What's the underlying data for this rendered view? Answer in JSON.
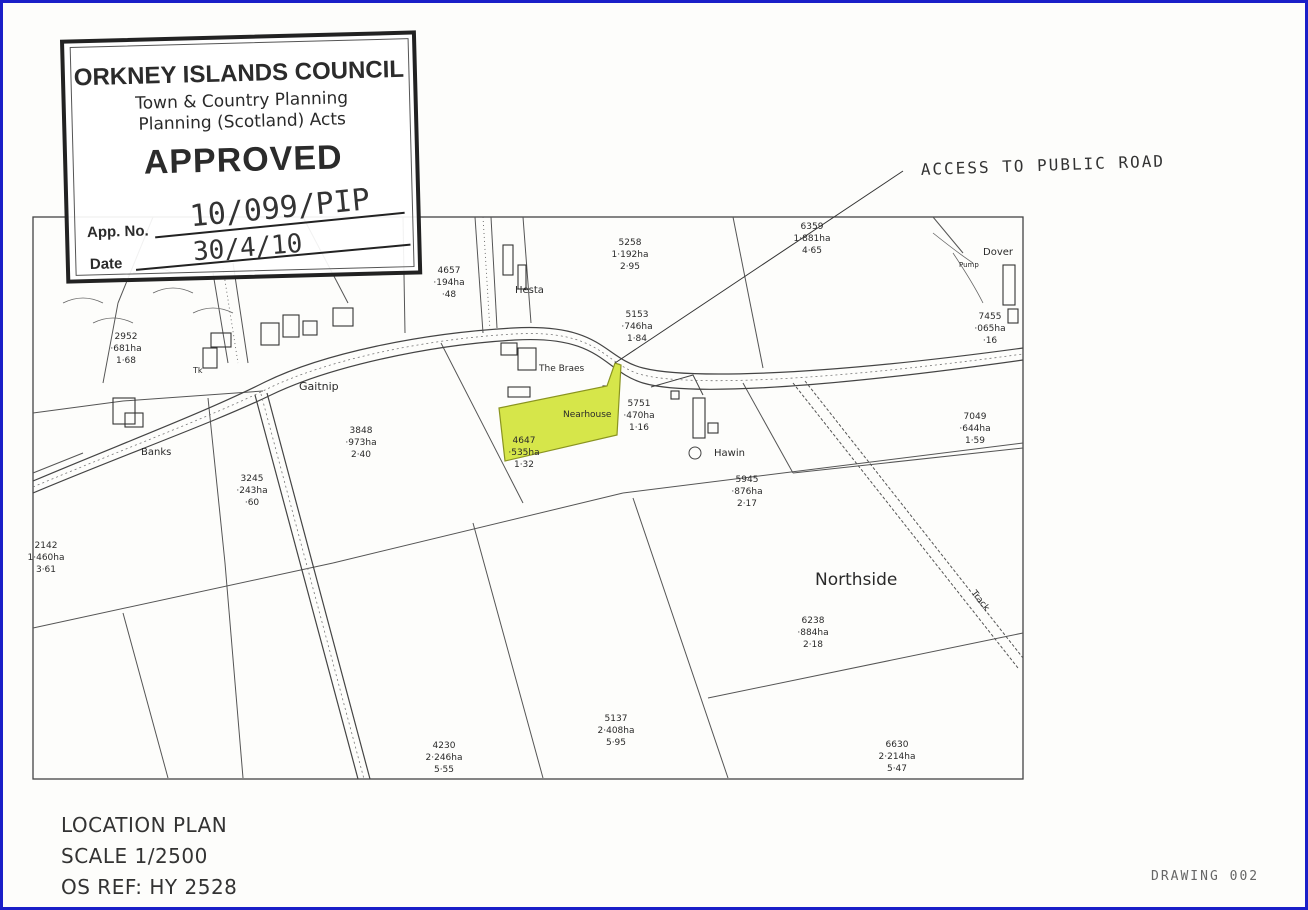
{
  "stamp": {
    "council": "ORKNEY ISLANDS COUNCIL",
    "line1": "Town & Country Planning",
    "line2": "Planning (Scotland) Acts",
    "status": "APPROVED",
    "app_label": "App. No.",
    "app_number": "10/099/PIP",
    "date_label": "Date",
    "date_value": "30/4/10"
  },
  "annotation": {
    "access": "ACCESS TO PUBLIC ROAD"
  },
  "places": {
    "hesta": "Hesta",
    "braes": "The Braes",
    "nearhouse": "Nearhouse",
    "gaitnip": "Gaitnip",
    "banks": "Banks",
    "hawin": "Hawin",
    "northside": "Northside",
    "dover": "Dover",
    "pump": "Pump",
    "track": "Track",
    "tk": "Tk"
  },
  "parcels": [
    {
      "id": "p5258",
      "lines": [
        "5258",
        "1·192ha",
        "2·95"
      ]
    },
    {
      "id": "p6359",
      "lines": [
        "6359",
        "1·881ha",
        "4·65"
      ]
    },
    {
      "id": "p4657",
      "lines": [
        "4657",
        "·194ha",
        "·48"
      ]
    },
    {
      "id": "p5153",
      "lines": [
        "5153",
        "·746ha",
        "1·84"
      ]
    },
    {
      "id": "p7455",
      "lines": [
        "7455",
        "·065ha",
        "·16"
      ]
    },
    {
      "id": "p2952",
      "lines": [
        "2952",
        "·681ha",
        "1·68"
      ]
    },
    {
      "id": "p3848",
      "lines": [
        "3848",
        "·973ha",
        "2·40"
      ]
    },
    {
      "id": "p5751",
      "lines": [
        "5751",
        "·470ha",
        "1·16"
      ]
    },
    {
      "id": "p4647",
      "lines": [
        "4647",
        "·535ha",
        "1·32"
      ]
    },
    {
      "id": "p7049",
      "lines": [
        "7049",
        "·644ha",
        "1·59"
      ]
    },
    {
      "id": "p3245",
      "lines": [
        "3245",
        "·243ha",
        "·60"
      ]
    },
    {
      "id": "p5945",
      "lines": [
        "5945",
        "·876ha",
        "2·17"
      ]
    },
    {
      "id": "p2142",
      "lines": [
        "2142",
        "1·460ha",
        "3·61"
      ]
    },
    {
      "id": "p6238",
      "lines": [
        "6238",
        "·884ha",
        "2·18"
      ]
    },
    {
      "id": "p5137",
      "lines": [
        "5137",
        "2·408ha",
        "5·95"
      ]
    },
    {
      "id": "p4230",
      "lines": [
        "4230",
        "2·246ha",
        "5·55"
      ]
    },
    {
      "id": "p6630",
      "lines": [
        "6630",
        "2·214ha",
        "5·47"
      ]
    }
  ],
  "colors": {
    "border": "#1a1fc8",
    "highlight": "#d6e64a",
    "ink": "#2a2a2a"
  },
  "caption": {
    "title": "LOCATION PLAN",
    "scale": "SCALE 1/2500",
    "os_ref": "OS REF: HY 2528"
  },
  "drawing_number": "DRAWING 002"
}
